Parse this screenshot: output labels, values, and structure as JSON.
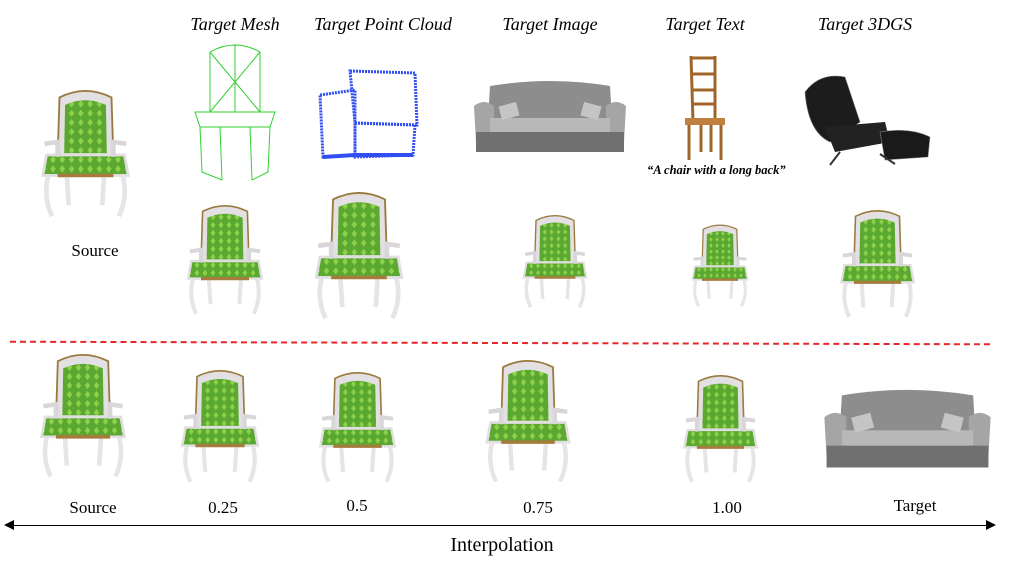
{
  "headers": {
    "mesh": "Target Mesh",
    "point_cloud": "Target Point Cloud",
    "image": "Target Image",
    "text": "Target Text",
    "gs": "Target 3DGS"
  },
  "text_prompt": "“A  chair with a long back”",
  "top_source_label": "Source",
  "interpolation": {
    "labels": [
      "Source",
      "0.25",
      "0.5",
      "0.75",
      "1.00",
      "Target"
    ],
    "axis_label": "Interpolation"
  },
  "colors": {
    "fabric": "#5aa832",
    "frame": "#d8d6d8",
    "divider": "#e8262a",
    "mesh": "#2fcf2f",
    "points": "#1a3bf0",
    "sofa": "#8a8a8a"
  }
}
